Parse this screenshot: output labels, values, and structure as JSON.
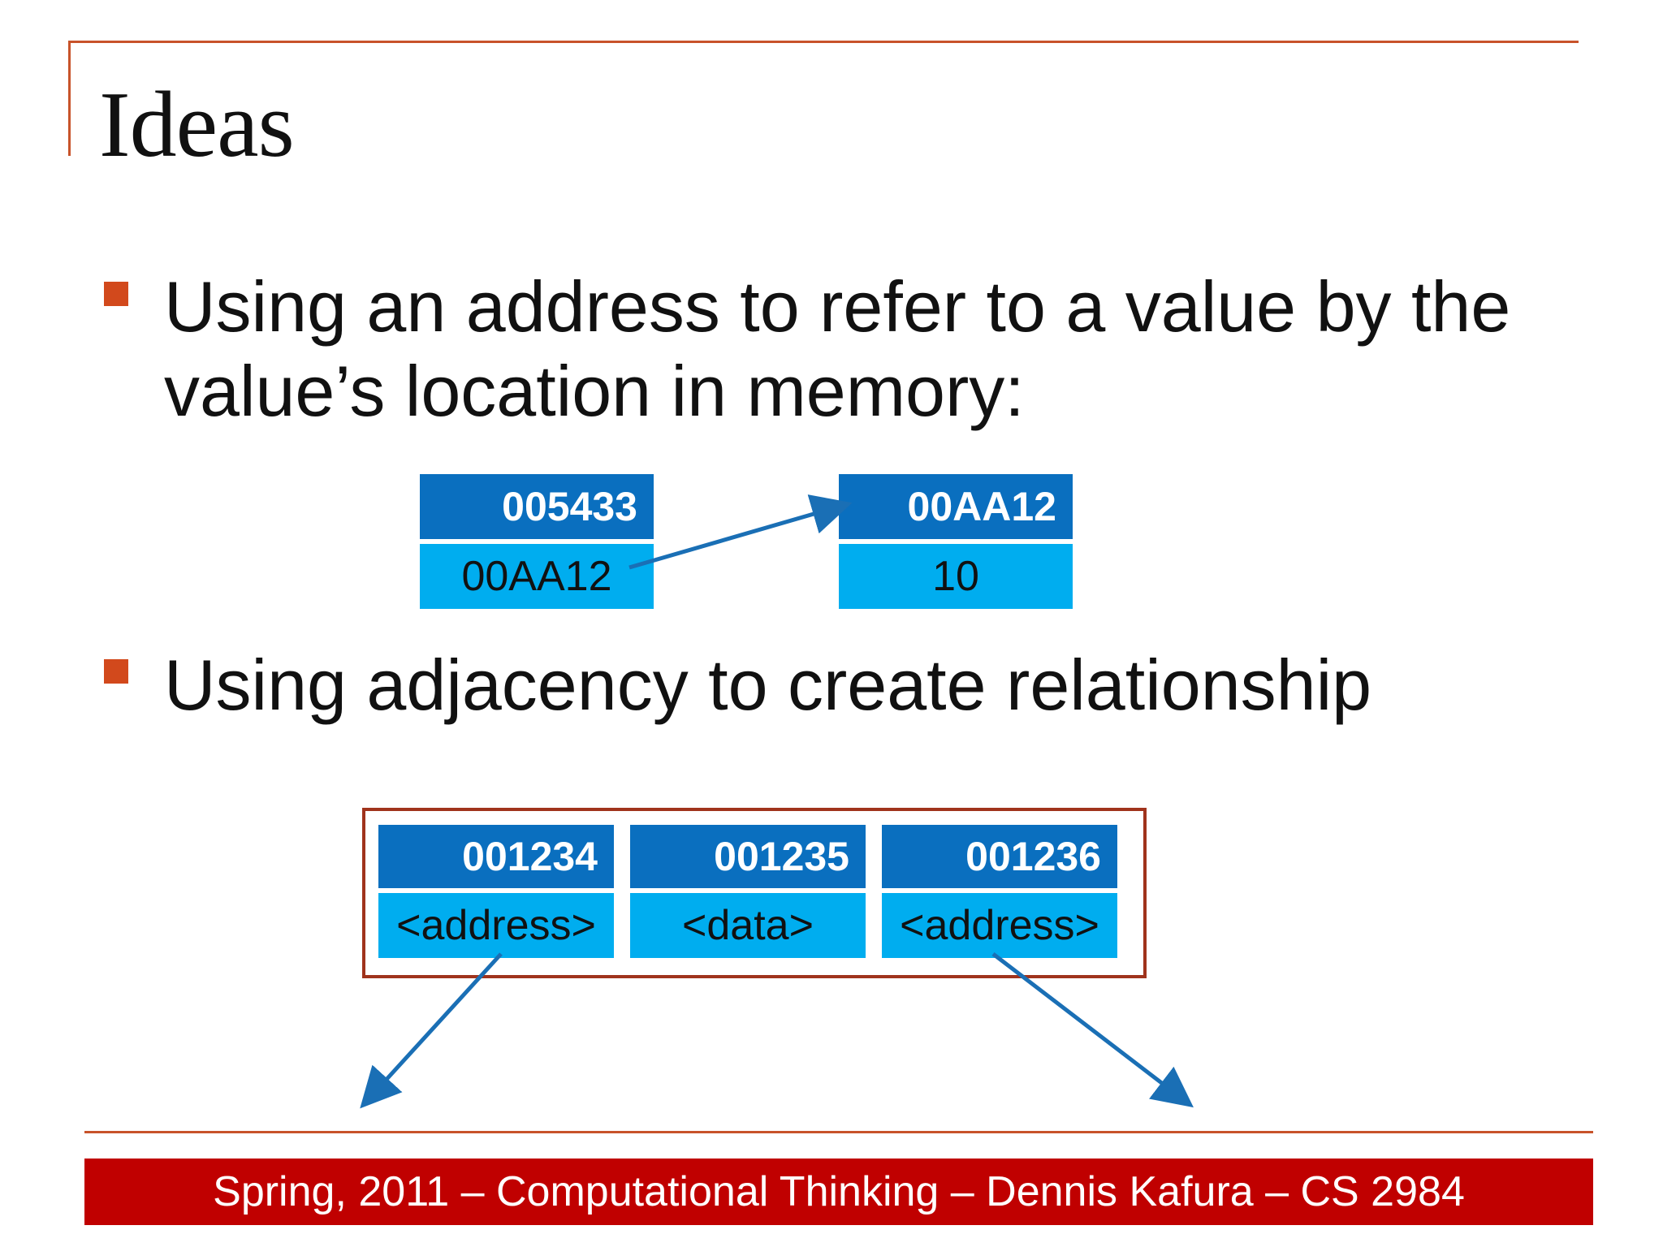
{
  "slide": {
    "title": "Ideas",
    "bullets": [
      {
        "line1": "Using an address to refer to a value by the",
        "line2": "value’s location in memory:"
      },
      {
        "line1": "Using adjacency to create relationship"
      }
    ],
    "footer": "Spring, 2011 – Computational Thinking – Dennis Kafura – CS 2984"
  },
  "diagram1": {
    "cells": [
      {
        "address": "005433",
        "value": "00AA12"
      },
      {
        "address": "00AA12",
        "value": "10"
      }
    ]
  },
  "diagram2": {
    "cells": [
      {
        "address": "001234",
        "value": "<address>"
      },
      {
        "address": "001235",
        "value": "<data>"
      },
      {
        "address": "001236",
        "value": "<address>"
      }
    ]
  },
  "colors": {
    "accent_line": "#c8532a",
    "bullet": "#d2491c",
    "address_cell": "#0a6fbf",
    "value_cell": "#00adef",
    "group_border": "#a0331c",
    "arrow": "#1a6fb5",
    "footer_bg": "#c00000"
  }
}
